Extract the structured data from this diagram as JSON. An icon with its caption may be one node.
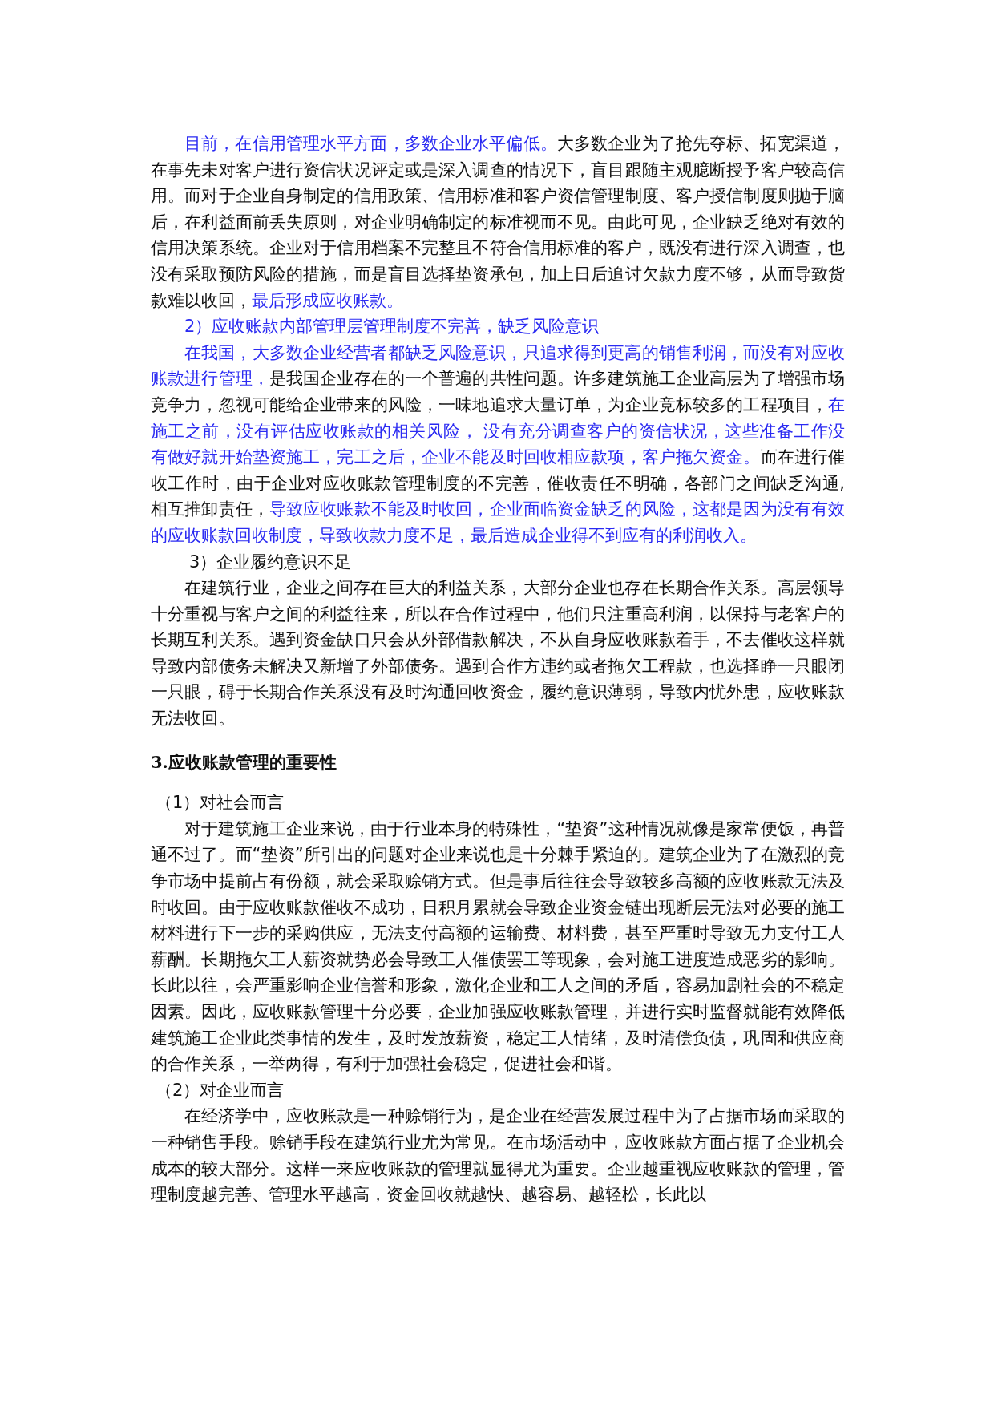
{
  "diagram": {
    "labels": [
      "目前，在信用管理水平方面，多数企业水平偏低。",
      "大多数企业为了抢先夺标、拓宽渠道，在事先未对客户进行资信状况评定或是深入调查的情况下，盲目跟随主观臆断授予客户较高信用。而对于企业自身制定的信用政策、信用标准和客户资信管理制度、客户授信制度则抛于脑后，在利益面前丢失原则，对企业明确制定的标准视而不见。由此可见，企业缺乏绝对有效的信用决策系统。企业对于信用档案不完整且不符合信用标准的客户，既没有进行深入调查，也没有采取预防风险的措施，而是盲目选择垫资承包，加上日后追讨欠款力度不够，从而导致货款难以收回，",
      "最后形成应收账款。",
      "2）应收账款内部管理层管理制度不完善，缺乏风险意识",
      "在我国，大多数企业经营者都缺乏风险意识，只追求得到更高的销售利润，而没有对应收账款进行管理，",
      "是我国企业存在的一个普遍的共性问题。许多建筑施工企业高层为了增强市场竞争力，忽视可能给企业带来的风险，一味地追求大量订单，为企业竞标较多的工程项目，",
      "在施工之前，没有评估应收账款的相关风险， 没有充分调查客户的资信状况，这些准备工作没有做好就开始垫资施工，完工之后，企业不能及时回收相应款项，客户拖欠资金。",
      "而在进行催收工作时，由于企业对应收账款管理制度的不完善，催收责任不明确，各部门之间缺乏沟通,相互推卸责任，",
      "导致应收账款不能及时收回，企业面临资金缺乏的风险，这都是因为没有有效的应收账款回收制度，导致收款力度不足，最后造成企业得不到应有的利润收入。",
      "3）企业履约意识不足",
      "在建筑行业，企业之间存在巨大的利益关系，大部分企业也存在长期合作关系。高层领导十分重视与客户之间的利益往来，所以在合作过程中，他们只注重高利润，以保持与老客户的长期互利关系。遇到资金缺口只会从外部借款解决，不从自身应收账款着手，不去催收这样就导致内部债务未解决又新增了外部债务。遇到合作方违约或者拖欠工程款，也选择睁一只眼闭一只眼，碍于长期合作关系没有及时沟通回收资金，履约意识薄弱，导致内忧外患，应收账款无法收回。",
      "3.应收账款管理的重要性",
      "（1）对社会而言",
      "对于建筑施工企业来说，由于行业本身的特殊性，“垫资”这种情况就像是家常便饭，再普通不过了。而“垫资”所引出的问题对企业来说也是十分棘手紧迫的。建筑企业为了在激烈的竞争市场中提前占有份额，就会采取赊销方式。但是事后往往会导致较多高额的应收账款无法及时收回。由于应收账款催收不成功，日积月累就会导致企业资金链出现断层无法对必要的施工材料进行下一步的采购供应，无法支付高额的运输费、材料费，甚至严重时导致无力支付工人薪酬。长期拖欠工人薪资就势必会导致工人催债罢工等现象，会对施工进度造成恶劣的影响。长此以往，会严重影响企业信誉和形象，激化企业和工人之间的矛盾，容易加剧社会的不稳定因素。因此，应收账款管理十分必要，企业加强应收账款管理，并进行实时监督就能有效降低建筑施工企业此类事情的发生，及时发放薪资，稳定工人情绪，及时清偿负债，巩固和供应商的合作关系，一举两得，有利于加强社会稳定，促进社会和谐。",
      "（2）对企业而言",
      "在经济学中，应收账款是一种赊销行为，是企业在经营发展过程中为了占据市场而采取的一种销售手段。赊销手段在建筑行业尤为常见。在市场活动中，应收账款方面占据了企业机会成本的较大部分。这样一来应收账款的管理就显得尤为重要。企业越重视应收账款的管理，管理制度越完善、管理水平越高，资金回收就越快、越容易、越轻松，长此以"
    ]
  }
}
